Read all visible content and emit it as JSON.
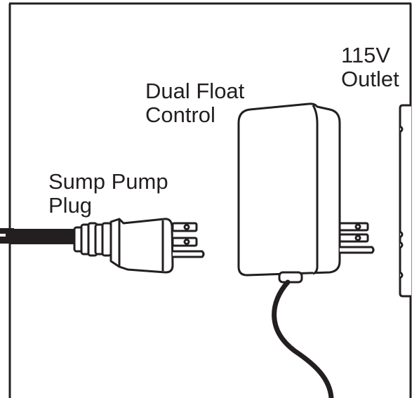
{
  "labels": {
    "outlet_line1": "115V",
    "outlet_line2": "Outlet",
    "control_line1": "Dual Float",
    "control_line2": "Control",
    "plug_line1": "Sump Pump",
    "plug_line2": "Plug"
  },
  "colors": {
    "ink": "#231f20",
    "paper": "#ffffff"
  }
}
